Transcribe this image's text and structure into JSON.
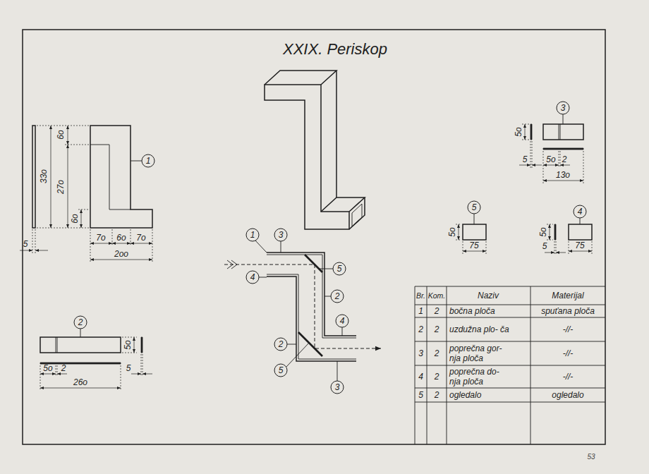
{
  "diagram": {
    "title": "XXIX. Periskop",
    "labels": [
      "33o",
      "27o",
      "6o",
      "6o",
      "5",
      "7o",
      "6o",
      "7o",
      "2oo",
      "1",
      "2",
      "5o",
      "5o",
      "2",
      "5",
      "26o",
      "3",
      "5o",
      "5",
      "5o",
      "2",
      "13o",
      "5",
      "5o",
      "75",
      "4",
      "5o",
      "5",
      "75",
      "1",
      "3",
      "5",
      "4",
      "2",
      "2",
      "4",
      "5",
      "3",
      "Br.",
      "Kom.",
      "Naziv",
      "Materijal",
      "1",
      "2",
      "bočna ploča",
      "spuťana ploča",
      "2",
      "2",
      "uzdužna plo- ča",
      "-//-",
      "3",
      "2",
      "poprečna gor- nja ploča",
      "-//-",
      "4",
      "2",
      "poprečna do- nja ploča",
      "-//-",
      "5",
      "2",
      "ogledalo",
      "ogledalo",
      "53"
    ]
  }
}
